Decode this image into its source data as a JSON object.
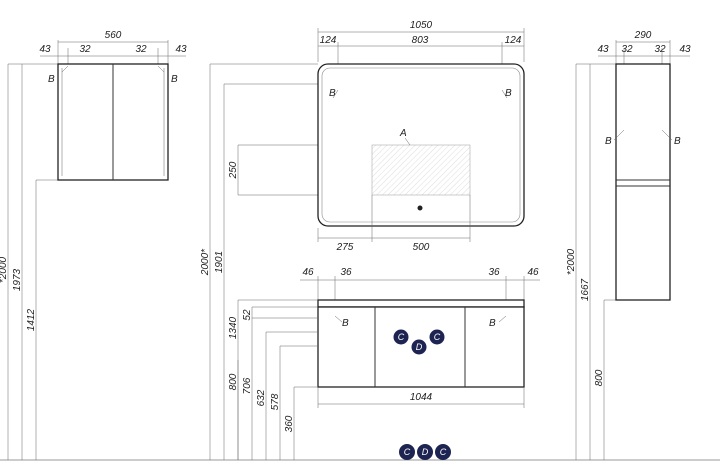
{
  "wall_cabinet": {
    "width_top": "560",
    "offsets_top": [
      "43",
      "32",
      "32",
      "43"
    ],
    "hinge_label": "B",
    "heights": [
      "*2000",
      "1973",
      "1412"
    ]
  },
  "mirror": {
    "width_top": "1050",
    "offsets_top": [
      "124",
      "803",
      "124"
    ],
    "label_a": "A",
    "height_right": "250",
    "bottom_offsets": [
      "275",
      "500"
    ],
    "heights_left": [
      "2000*",
      "1901"
    ]
  },
  "vanity": {
    "offsets_top": [
      "46",
      "36",
      "36",
      "46"
    ],
    "hinge_label": "B",
    "width_bottom": "1044",
    "heights": [
      "1340",
      "52",
      "800",
      "706",
      "632",
      "578",
      "360"
    ],
    "badges": [
      "C",
      "D",
      "C"
    ]
  },
  "tall_cabinet": {
    "width_top": "290",
    "offsets_top": [
      "43",
      "32",
      "32",
      "43"
    ],
    "hinge_label": "B",
    "heights": [
      "*2000",
      "1667",
      "800"
    ]
  },
  "floor_badges": [
    "C",
    "D",
    "C"
  ],
  "colors": {
    "badge": "#1e2452",
    "line": "#333333"
  }
}
